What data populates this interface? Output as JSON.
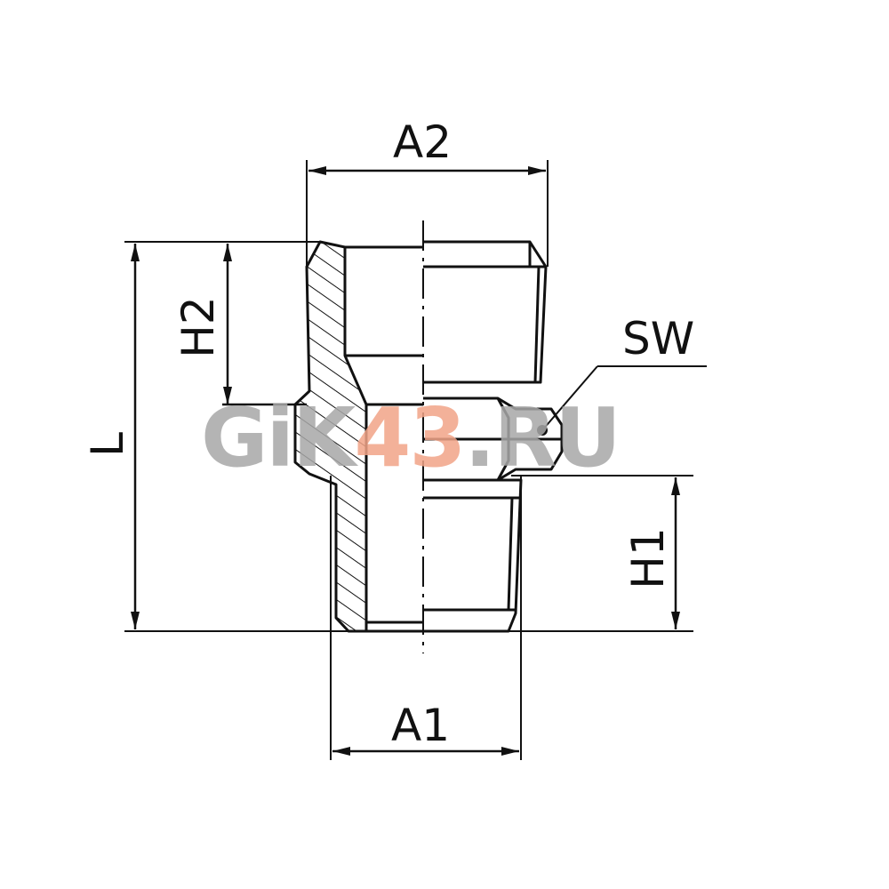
{
  "diagram": {
    "dimensions": {
      "a2": "A2",
      "a1": "A1",
      "h2": "H2",
      "h1": "H1",
      "l": "L",
      "sw": "SW"
    }
  },
  "watermark": {
    "part1": "GiK",
    "part2": "43",
    "part3": ".RU",
    "color_gray": "#a8a8a8",
    "color_accent": "#f2a488"
  },
  "colors": {
    "line": "#111111",
    "background": "#ffffff"
  }
}
